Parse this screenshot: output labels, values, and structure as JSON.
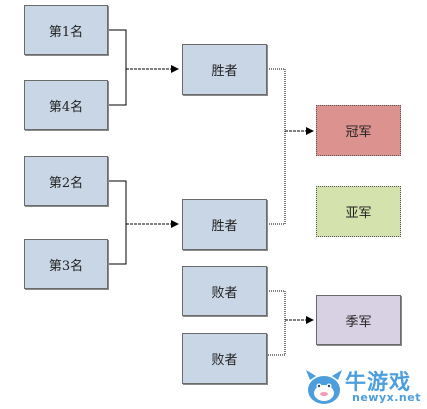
{
  "seeds": {
    "seed1": "第1名",
    "seed4": "第4名",
    "seed2": "第2名",
    "seed3": "第3名"
  },
  "semifinals": {
    "winner_top": "胜者",
    "winner_bottom": "胜者",
    "loser_top": "败者",
    "loser_bottom": "败者"
  },
  "results": {
    "champion": "冠军",
    "runner_up": "亚军",
    "third": "季军"
  },
  "colors": {
    "box_blue": "#c9d6e6",
    "champion_red": "#dc928f",
    "runner_up_green": "#d4e2ad",
    "third_purple": "#d8d0e3",
    "watermark_blue": "#4d9edc"
  },
  "watermark": {
    "brand": "牛游戏",
    "url": "newyx.net"
  }
}
